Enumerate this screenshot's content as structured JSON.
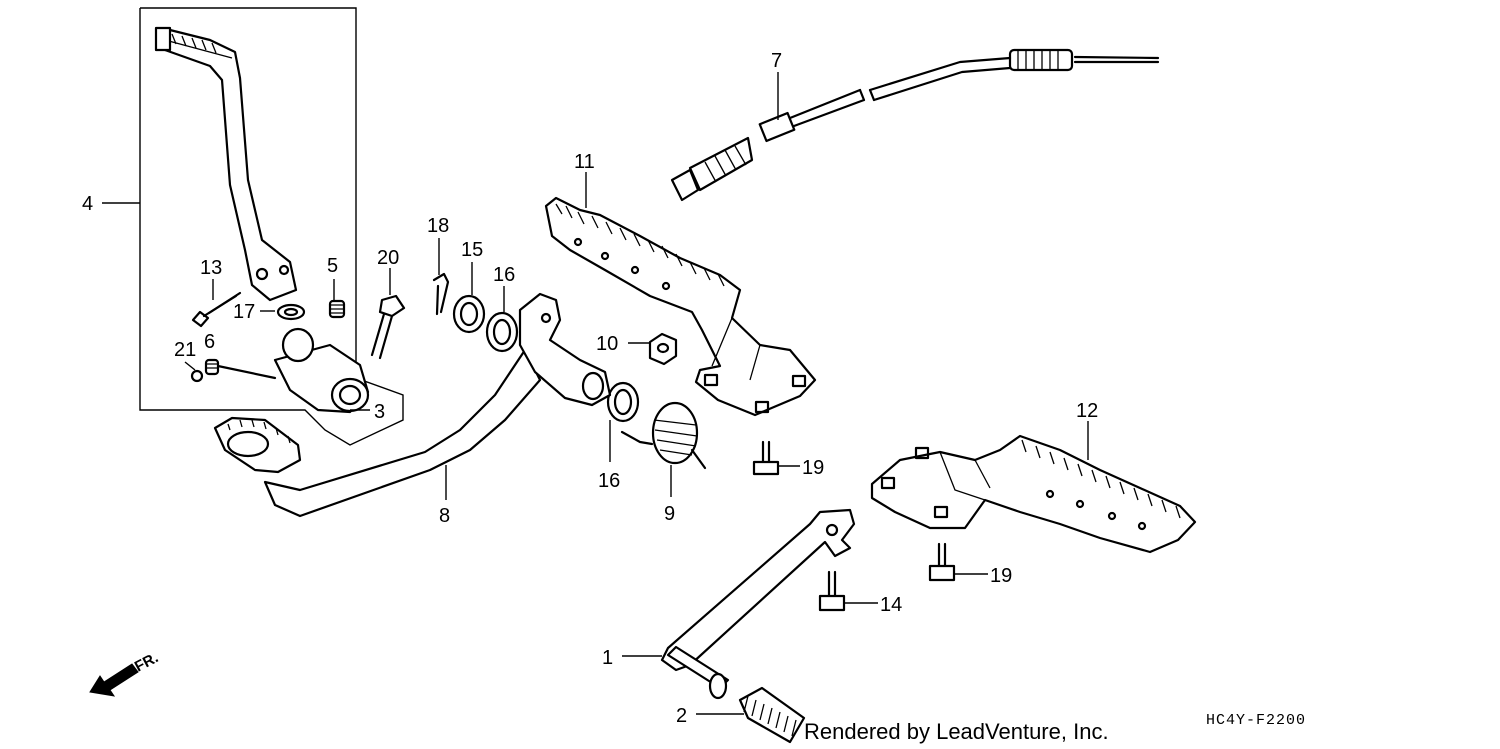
{
  "diagram": {
    "callouts": [
      "1",
      "2",
      "3",
      "4",
      "5",
      "6",
      "7",
      "8",
      "9",
      "10",
      "11",
      "12",
      "13",
      "14",
      "15",
      "16",
      "16",
      "17",
      "18",
      "19",
      "19",
      "20",
      "21"
    ],
    "direction_label": "FR.",
    "credit": "Rendered by LeadVenture, Inc.",
    "diagram_code": "HC4Y-F2200"
  }
}
